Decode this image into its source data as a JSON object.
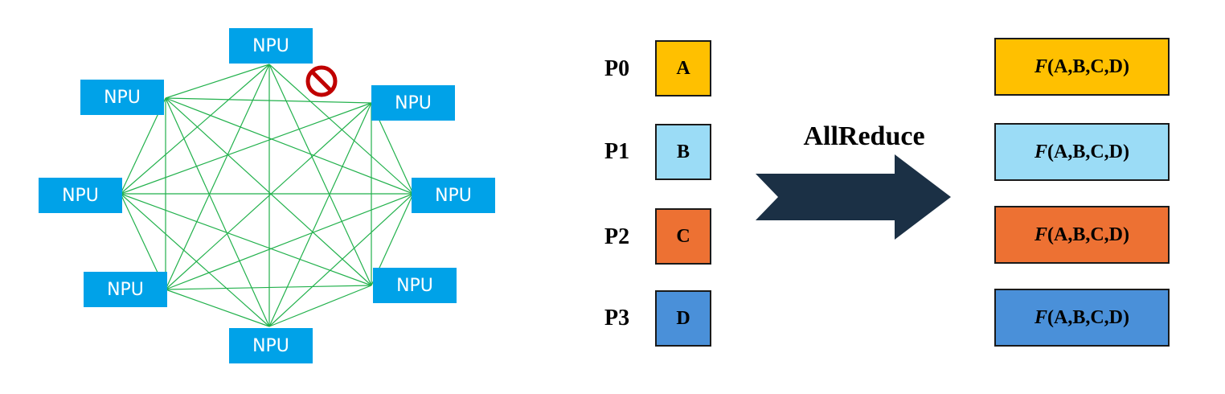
{
  "topology": {
    "node_label": "NPU",
    "node_count": 8,
    "node_color": "#00a2e8",
    "link_color": "#22b14c",
    "blocked_link_icon": "prohibited-icon",
    "blocked_color": "#c00000"
  },
  "allreduce": {
    "operation": "AllReduce",
    "arrow_color": "#1b3045",
    "processes": [
      {
        "label": "P0",
        "input": "A",
        "color": "#ffc000"
      },
      {
        "label": "P1",
        "input": "B",
        "color": "#9bdcf6"
      },
      {
        "label": "P2",
        "input": "C",
        "color": "#ed7133"
      },
      {
        "label": "P3",
        "input": "D",
        "color": "#4a90d9"
      }
    ],
    "output_fn": "F",
    "output_args": "(A,B,C,D)"
  }
}
